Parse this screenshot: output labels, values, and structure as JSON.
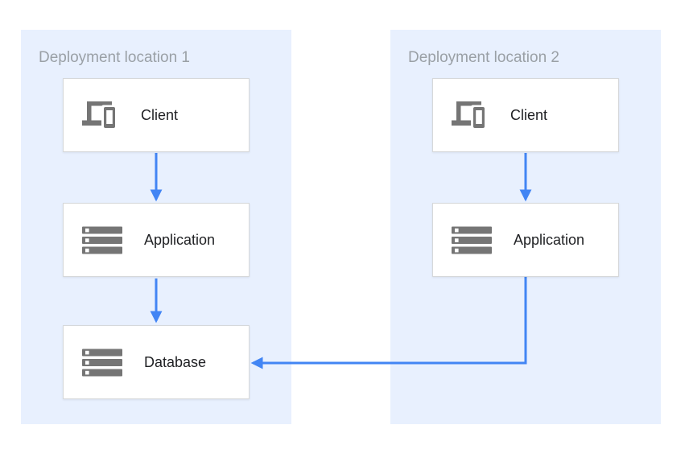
{
  "colors": {
    "panel_bg": "#e8f0fe",
    "panel_title_text": "#9aa0a6",
    "node_bg": "#ffffff",
    "node_border": "#d6d8da",
    "node_label_text": "#202124",
    "icon_gray": "#757575",
    "arrow_color": "#4285f4"
  },
  "panels": [
    {
      "title": "Deployment location 1",
      "nodes": [
        {
          "label": "Client",
          "icon": "devices-icon"
        },
        {
          "label": "Application",
          "icon": "server-stack-icon"
        },
        {
          "label": "Database",
          "icon": "server-stack-icon"
        }
      ]
    },
    {
      "title": "Deployment location 2",
      "nodes": [
        {
          "label": "Client",
          "icon": "devices-icon"
        },
        {
          "label": "Application",
          "icon": "server-stack-icon"
        }
      ]
    }
  ],
  "connections": [
    {
      "from": "location1-client",
      "to": "location1-application"
    },
    {
      "from": "location1-application",
      "to": "location1-database"
    },
    {
      "from": "location2-client",
      "to": "location2-application"
    },
    {
      "from": "location2-application",
      "to": "location1-database"
    }
  ]
}
